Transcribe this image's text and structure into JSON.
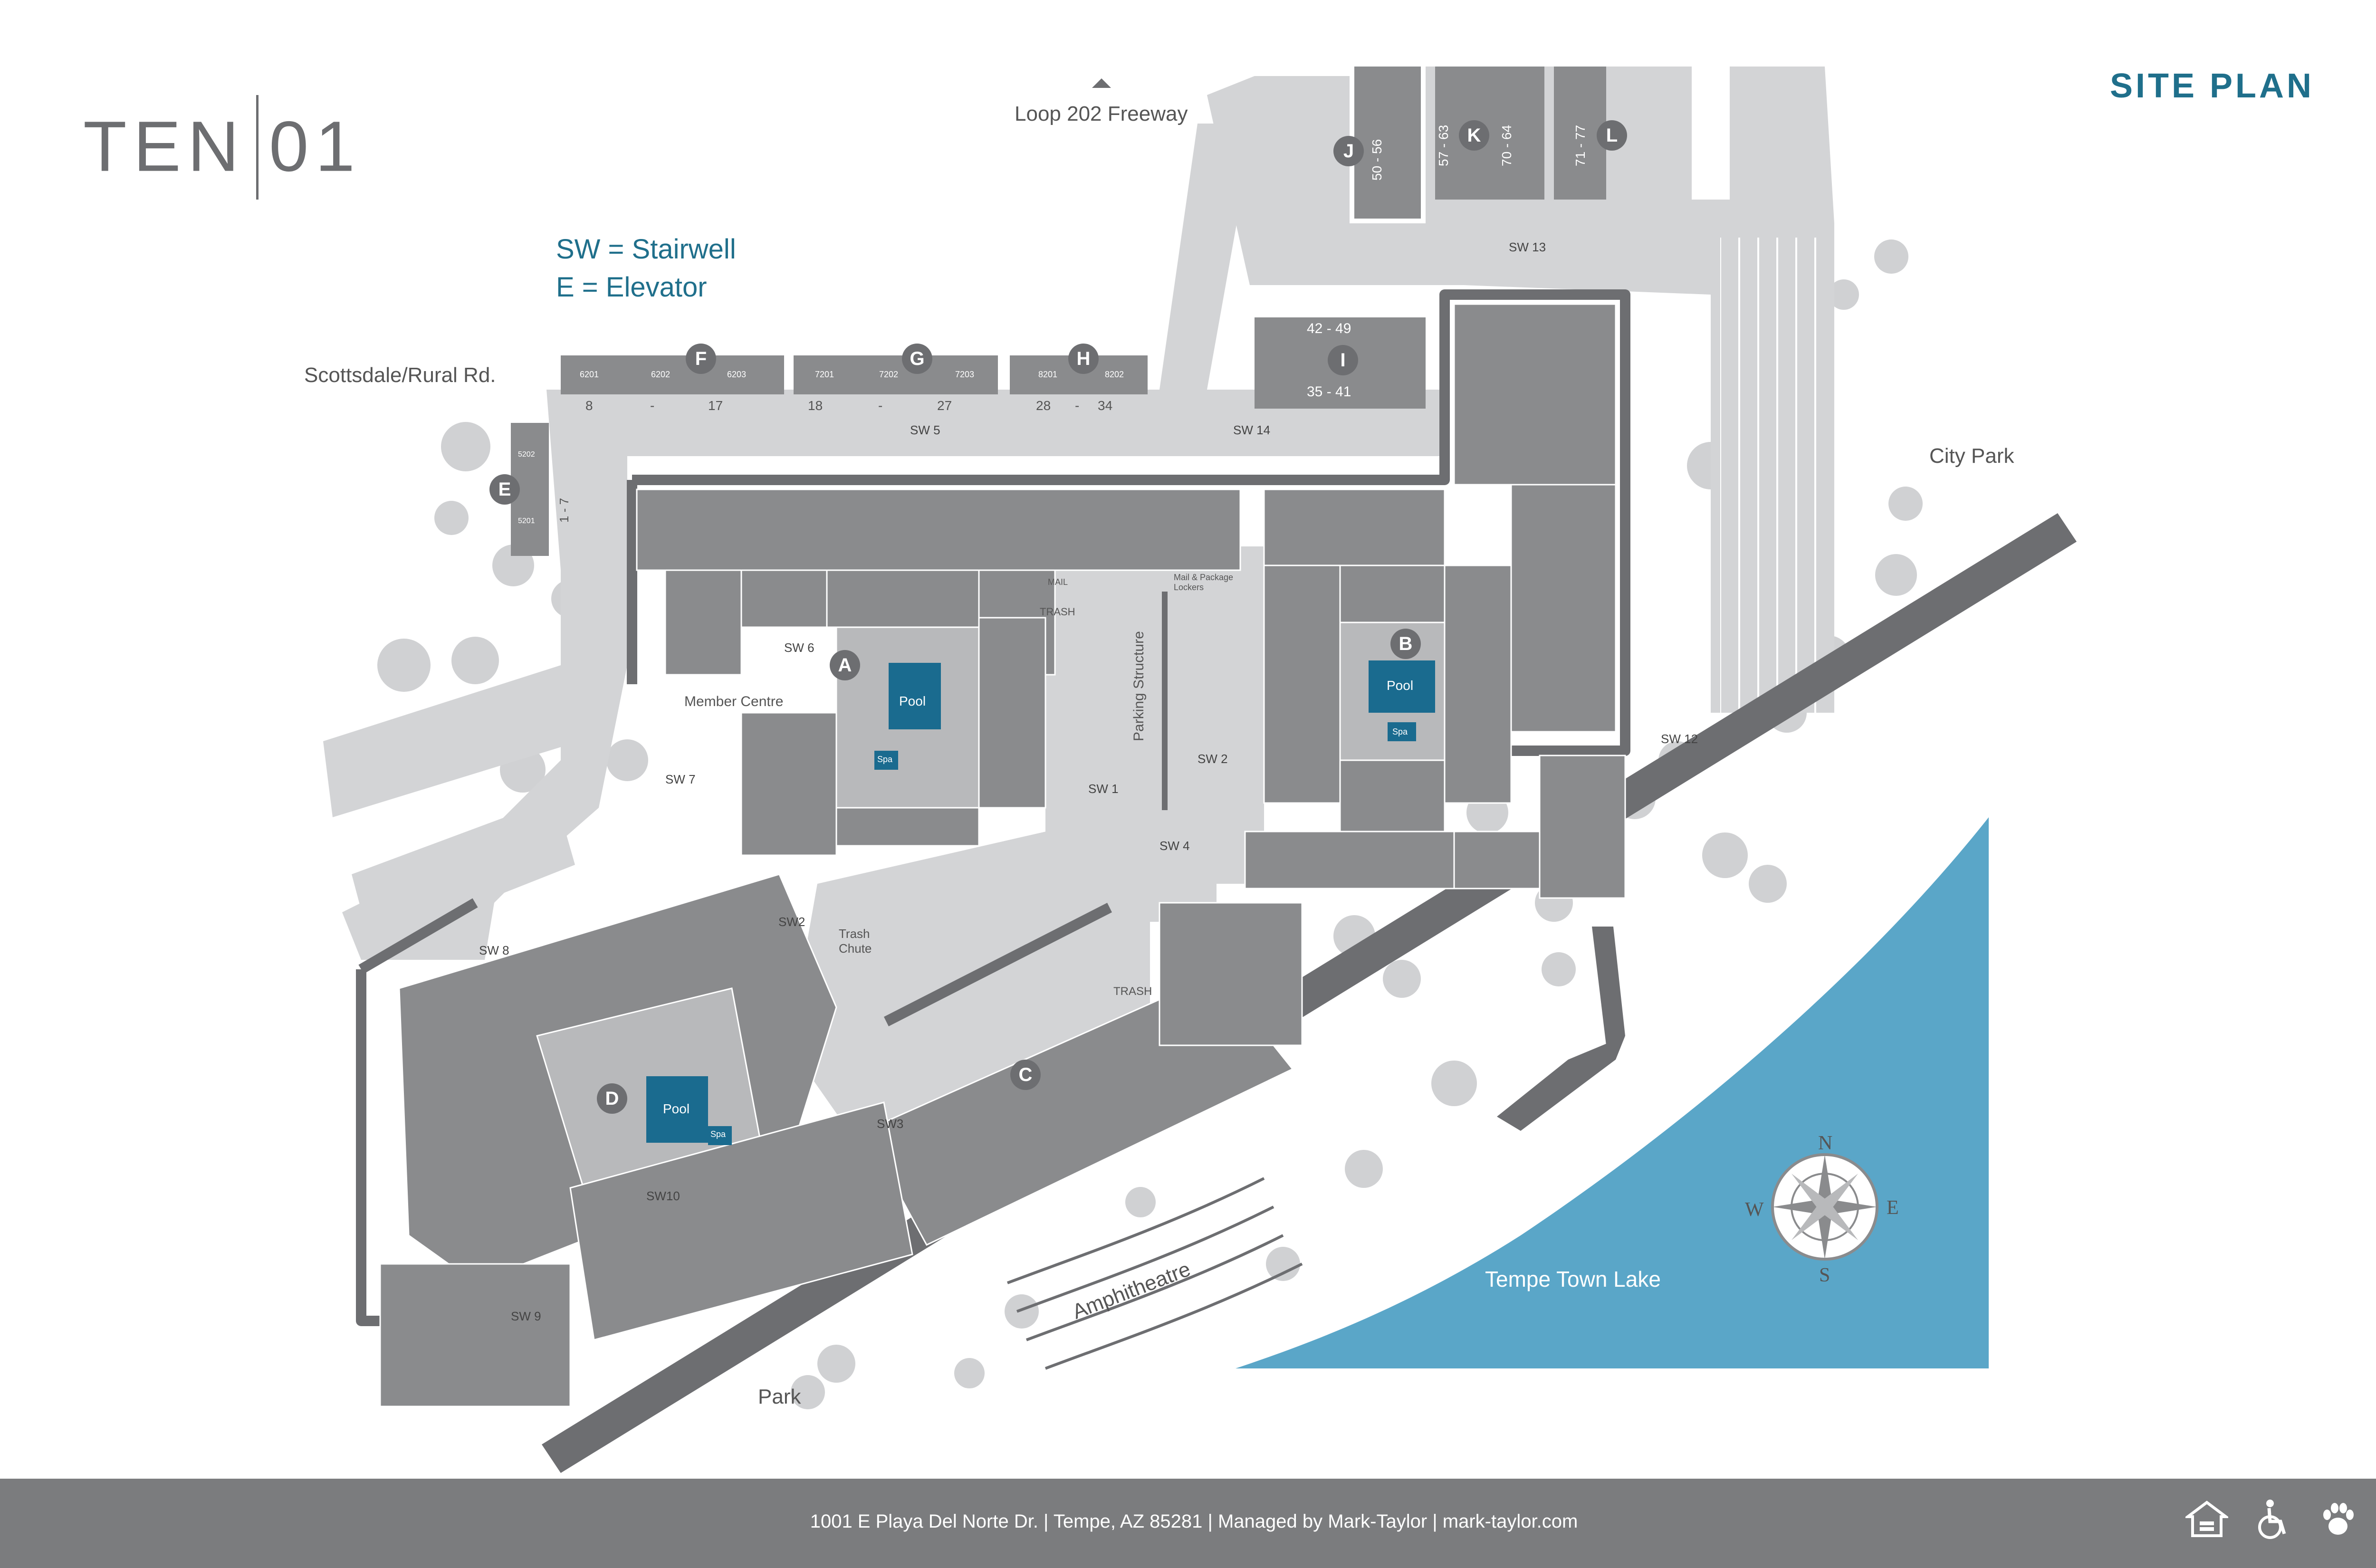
{
  "header": {
    "logo_left": "TEN",
    "logo_right": "01",
    "title": "SITE PLAN"
  },
  "legend": {
    "stairwell": "SW = Stairwell",
    "elevator": "E = Elevator"
  },
  "places": {
    "freeway": "Loop 202 Freeway",
    "scottsdale": "Scottsdale/Rural Rd.",
    "city_park": "City Park",
    "park": "Park",
    "amphitheatre": "Amphitheatre",
    "tempe_town_lake": "Tempe Town Lake",
    "member_centre": "Member Centre",
    "parking_structure": "Parking Structure",
    "trash": "TRASH",
    "trash_chute": "Trash Chute",
    "mail": "MAIL",
    "mail_package": "Mail & Package Lockers",
    "pool": "Pool",
    "spa": "Spa"
  },
  "buildings": [
    "A",
    "B",
    "C",
    "D",
    "E",
    "F",
    "G",
    "H",
    "I",
    "J",
    "K",
    "L"
  ],
  "stairwells": [
    "SW 1",
    "SW 2",
    "SW2",
    "SW3",
    "SW 4",
    "SW 5",
    "SW 6",
    "SW 7",
    "SW 8",
    "SW 9",
    "SW10",
    "SW 12",
    "SW 13",
    "SW 14"
  ],
  "garage_units": {
    "F": [
      "6201",
      "6202",
      "6203"
    ],
    "G": [
      "7201",
      "7202",
      "7203"
    ],
    "H": [
      "8201",
      "8202"
    ],
    "E": [
      "5202",
      "5201"
    ],
    "row_labels": [
      "8",
      "-",
      "17",
      "18",
      "-",
      "27",
      "28",
      "-",
      "34"
    ],
    "E_range": [
      "1",
      "-",
      "7"
    ],
    "I_top": "42  -  49",
    "I_bottom": "35  -  41",
    "J": "50  -  56",
    "K_left": "57  -  63",
    "K_right": "70  -  64",
    "L": "71  -  77"
  },
  "compass": {
    "n": "N",
    "s": "S",
    "e": "E",
    "w": "W"
  },
  "footer": {
    "address": "1001 E Playa Del Norte Dr.  |  Tempe, AZ 85281  |  Managed by Mark-Taylor  |  mark-taylor.com",
    "icons": [
      "equal-housing-icon",
      "accessibility-icon",
      "pet-paw-icon"
    ]
  },
  "colors": {
    "building": "#8a8b8d",
    "road": "#d3d4d6",
    "lake": "#5aa6c8",
    "pool": "#1a6b8f",
    "accent": "#1f6f8b",
    "tree": "#cfd0d2"
  }
}
